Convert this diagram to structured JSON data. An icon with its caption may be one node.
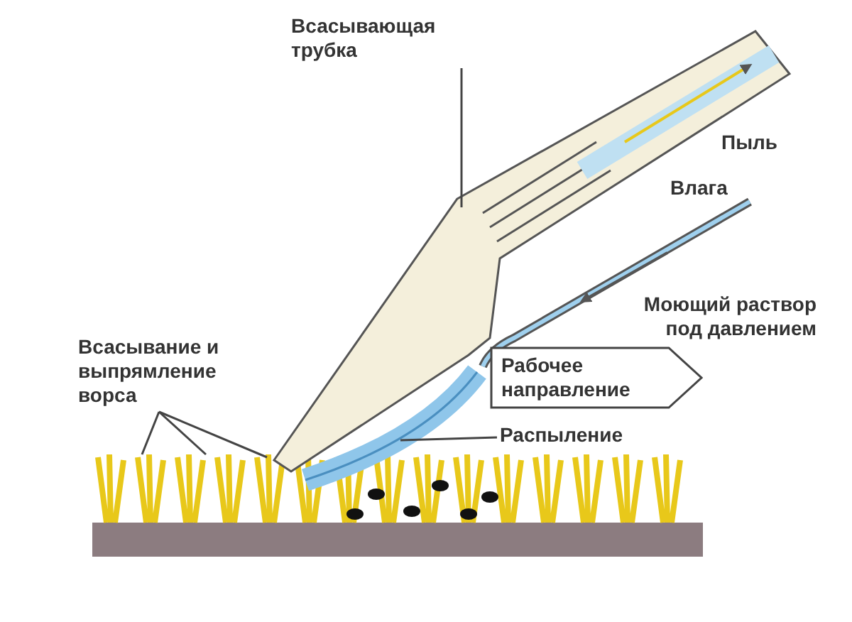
{
  "diagram": {
    "nodes": [
      {
        "text": [
          "Всасывающая трубка"
        ]
      },
      {
        "text": [
          "Рабочее направление"
        ]
      },
      {
        "text": [
          "Всасывание и выпрямление ворса"
        ]
      },
      {
        "text": [
          "Распыление"
        ]
      }
    ],
    "edges": [
      {
        "from": 0,
        "to": null,
        "arrow": "none"
      },
      {
        "from": 2,
        "to": null,
        "arrow": "none"
      },
      {
        "from": 2,
        "to": null,
        "arrow": "none"
      },
      {
        "from": 2,
        "to": null,
        "arrow": "none"
      },
      {
        "from": 3,
        "to": null,
        "arrow": "none"
      }
    ],
    "labels": [
      "Пыль",
      "Влага",
      "Моющий раствор под давлением"
    ]
  }
}
